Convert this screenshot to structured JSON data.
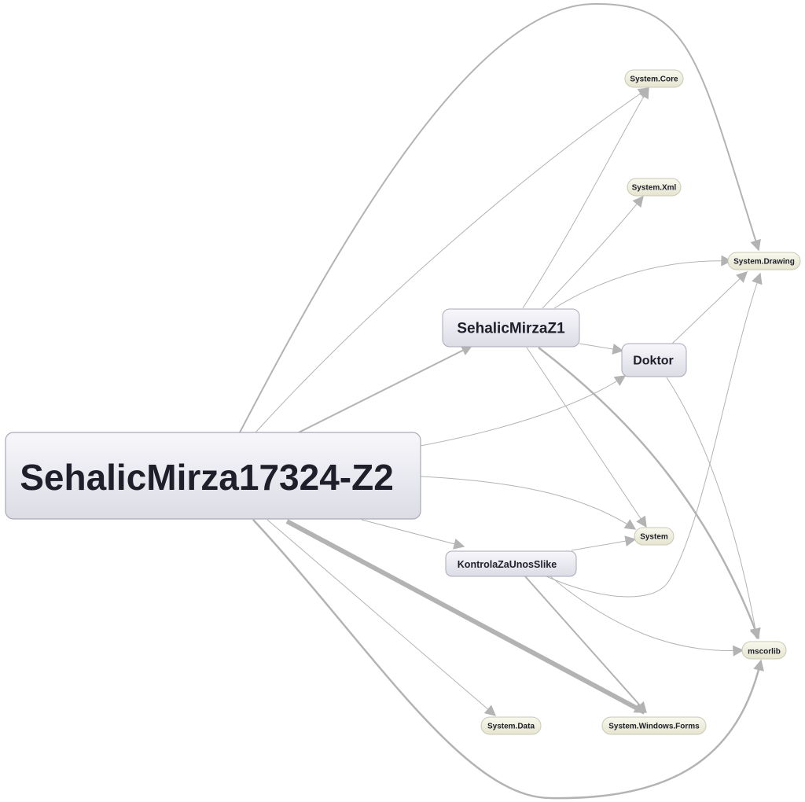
{
  "colors": {
    "edge": "#b3b3b3",
    "assembly_fill": "#eeeedd",
    "assembly_stroke": "#c9c9b4",
    "project_fill": "#e6e6ee",
    "project_stroke": "#a9a9b6",
    "label": "#1f1f2b"
  },
  "nodes": {
    "main": {
      "label": "SehalicMirza17324-Z2",
      "kind": "project"
    },
    "z1": {
      "label": "SehalicMirzaZ1",
      "kind": "project"
    },
    "doktor": {
      "label": "Doktor",
      "kind": "project"
    },
    "kontrola": {
      "label": "KontrolaZaUnosSlike",
      "kind": "project"
    },
    "system_core": {
      "label": "System.Core",
      "kind": "assembly"
    },
    "system_xml": {
      "label": "System.Xml",
      "kind": "assembly"
    },
    "system_drawing": {
      "label": "System.Drawing",
      "kind": "assembly"
    },
    "system": {
      "label": "System",
      "kind": "assembly"
    },
    "mscorlib": {
      "label": "mscorlib",
      "kind": "assembly"
    },
    "system_data": {
      "label": "System.Data",
      "kind": "assembly"
    },
    "system_windows_forms": {
      "label": "System.Windows.Forms",
      "kind": "assembly"
    }
  },
  "edges": [
    {
      "from": "main",
      "to": "z1",
      "weight": "medium"
    },
    {
      "from": "main",
      "to": "doktor",
      "weight": "thin"
    },
    {
      "from": "main",
      "to": "system_core",
      "weight": "thin"
    },
    {
      "from": "main",
      "to": "system_drawing",
      "weight": "medium"
    },
    {
      "from": "main",
      "to": "system",
      "weight": "thin"
    },
    {
      "from": "main",
      "to": "kontrola",
      "weight": "thin"
    },
    {
      "from": "main",
      "to": "system_data",
      "weight": "thin"
    },
    {
      "from": "main",
      "to": "system_windows_forms",
      "weight": "thick"
    },
    {
      "from": "main",
      "to": "mscorlib",
      "weight": "medium"
    },
    {
      "from": "z1",
      "to": "system_core",
      "weight": "thin"
    },
    {
      "from": "z1",
      "to": "system_xml",
      "weight": "thin"
    },
    {
      "from": "z1",
      "to": "system_drawing",
      "weight": "thin"
    },
    {
      "from": "z1",
      "to": "doktor",
      "weight": "thin"
    },
    {
      "from": "z1",
      "to": "system",
      "weight": "thin"
    },
    {
      "from": "z1",
      "to": "mscorlib",
      "weight": "medium"
    },
    {
      "from": "doktor",
      "to": "system_drawing",
      "weight": "thin"
    },
    {
      "from": "doktor",
      "to": "mscorlib",
      "weight": "thin"
    },
    {
      "from": "kontrola",
      "to": "system",
      "weight": "thin"
    },
    {
      "from": "kontrola",
      "to": "system_drawing",
      "weight": "thin"
    },
    {
      "from": "kontrola",
      "to": "mscorlib",
      "weight": "thin"
    },
    {
      "from": "kontrola",
      "to": "system_windows_forms",
      "weight": "medium"
    }
  ]
}
